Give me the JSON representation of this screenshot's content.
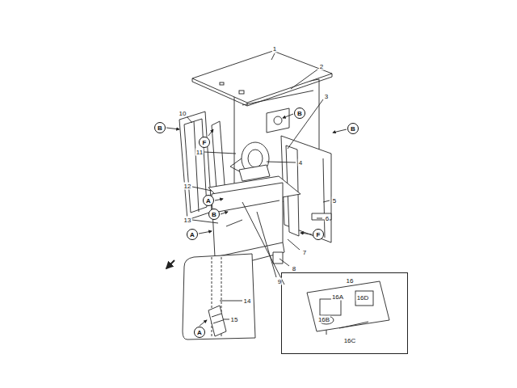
{
  "diagram": {
    "nodes": [
      {
        "text": [
          "B"
        ]
      },
      {
        "text": [
          "B"
        ]
      },
      {
        "text": [
          "B"
        ]
      },
      {
        "text": [
          "F"
        ]
      },
      {
        "text": [
          "A"
        ]
      },
      {
        "text": [
          "B"
        ]
      },
      {
        "text": [
          "A"
        ]
      },
      {
        "text": [
          "F"
        ]
      },
      {
        "text": [
          "16",
          "16A",
          "16D",
          "16B",
          "16C"
        ]
      },
      {
        "text": [
          "A"
        ]
      }
    ],
    "labels": [
      "1",
      "2",
      "3",
      "10",
      "11",
      "4",
      "12",
      "5",
      "6",
      "13",
      "7",
      "8",
      "9",
      "14",
      "15"
    ]
  }
}
